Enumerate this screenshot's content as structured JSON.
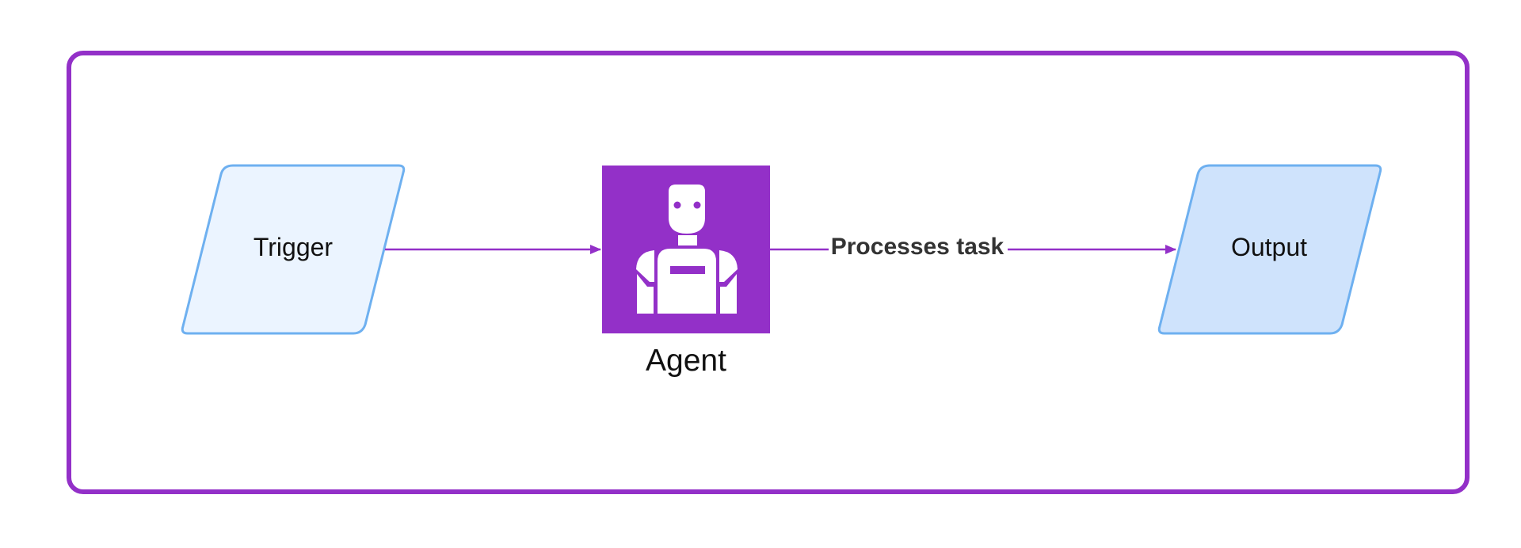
{
  "diagram": {
    "nodes": {
      "trigger": {
        "label": "Trigger"
      },
      "agent": {
        "label": "Agent",
        "icon": "robot-icon"
      },
      "output": {
        "label": "Output"
      }
    },
    "edges": {
      "trigger_to_agent": {
        "label": ""
      },
      "agent_to_output": {
        "label": "Processes task"
      }
    }
  },
  "colors": {
    "container_border": "#9330C8",
    "agent_fill": "#9330C8",
    "edge": "#9330C8",
    "trigger_fill": "#EBF4FF",
    "output_fill": "#CFE3FC",
    "node_border": "#6EB0F0"
  }
}
